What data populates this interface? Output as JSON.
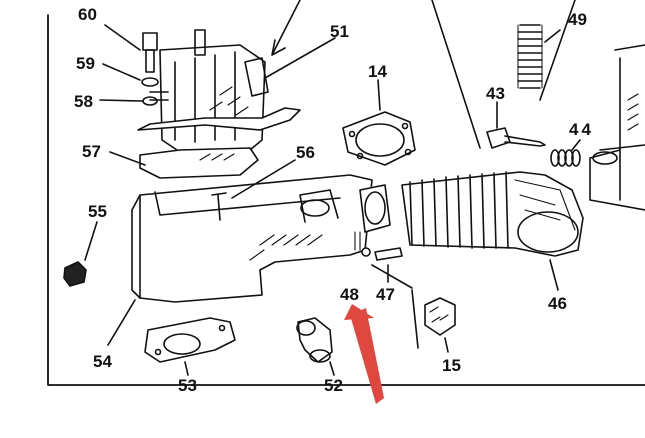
{
  "part_labels": {
    "p60": "60",
    "p59": "59",
    "p58": "58",
    "p57": "57",
    "p56": "56",
    "p55": "55",
    "p54": "54",
    "p53": "53",
    "p52": "52",
    "p51": "51",
    "p49": "49",
    "p43": "43",
    "p44": "44",
    "p14": "14",
    "p48": "48",
    "p47": "47",
    "p46": "46",
    "p15": "15"
  },
  "colors": {
    "ink": "#111111",
    "arrow": "#e0473f",
    "paper": "#ffffff"
  },
  "highlight": {
    "target_part": "48",
    "shape": "red-arrow"
  }
}
